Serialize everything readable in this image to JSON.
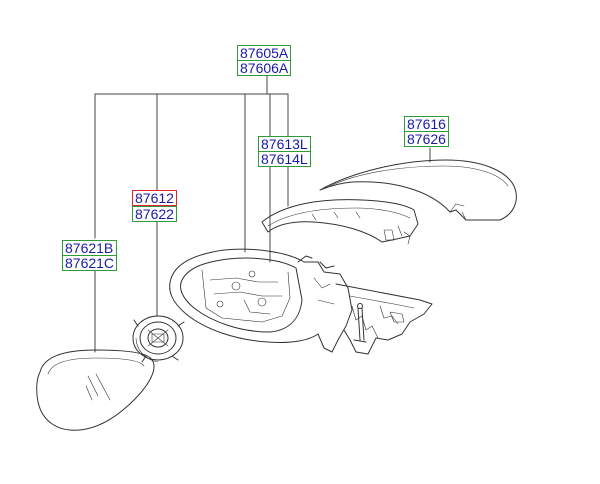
{
  "diagram": {
    "callouts": [
      {
        "id": "c1",
        "parts": [
          "87605A",
          "87606A"
        ],
        "highlight": false
      },
      {
        "id": "c2",
        "parts": [
          "87616",
          "87626"
        ],
        "highlight": false
      },
      {
        "id": "c3",
        "parts": [
          "87613L",
          "87614L"
        ],
        "highlight": false
      },
      {
        "id": "c4",
        "parts": [
          "87612",
          "87622"
        ],
        "highlight": true
      },
      {
        "id": "c5",
        "parts": [
          "87621B",
          "87621C"
        ],
        "highlight": false
      }
    ]
  },
  "colors": {
    "part_text": "#1a1aa8",
    "callout_border": "#2f9a3a",
    "callout_highlight_border": "#e0242c",
    "line": "#333333"
  }
}
